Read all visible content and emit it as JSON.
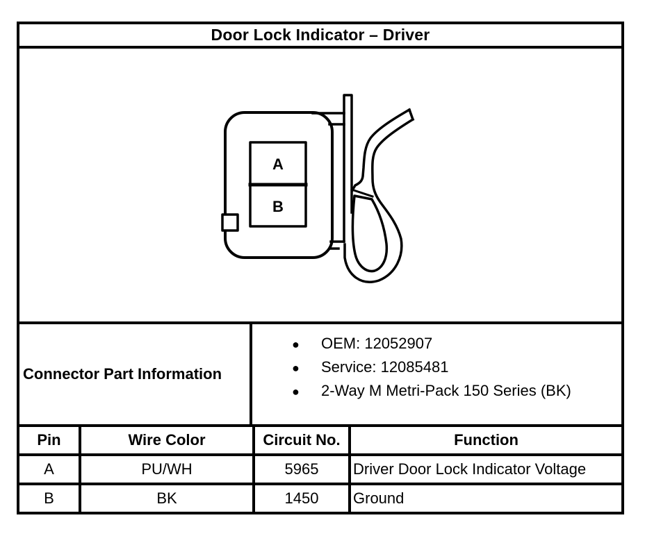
{
  "title": "Door Lock Indicator – Driver",
  "diagram": {
    "description": "2-way connector body with secondary lock clip",
    "pin_labels": {
      "a": "A",
      "b": "B"
    }
  },
  "connector_info": {
    "label": "Connector Part Information",
    "bullet_glyph": "●",
    "bullets": [
      "OEM: 12052907",
      "Service: 12085481",
      "2-Way M Metri-Pack 150 Series (BK)"
    ]
  },
  "pin_table": {
    "headers": [
      "Pin",
      "Wire Color",
      "Circuit No.",
      "Function"
    ],
    "rows": [
      {
        "pin": "A",
        "wire_color": "PU/WH",
        "circuit_no": "5965",
        "function": "Driver Door Lock Indicator Voltage"
      },
      {
        "pin": "B",
        "wire_color": "BK",
        "circuit_no": "1450",
        "function": "Ground"
      }
    ]
  },
  "colors": {
    "background": "#ffffff",
    "line": "#000000",
    "text": "#000000"
  }
}
